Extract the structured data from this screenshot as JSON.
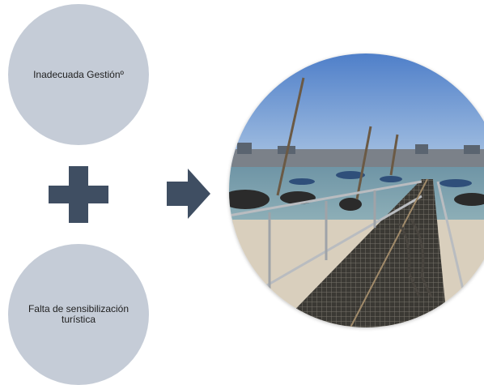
{
  "circles": {
    "top_label": "Inadecuada Gestiónº",
    "bottom_label": "Falta de sensibilización turística"
  },
  "icons": {
    "plus": "plus-icon",
    "arrow": "arrow-right-icon"
  },
  "colors": {
    "circle_fill": "#c5ccd7",
    "icon_fill": "#3f4e62"
  },
  "photo": {
    "subject": "harbor-pier-photo"
  }
}
